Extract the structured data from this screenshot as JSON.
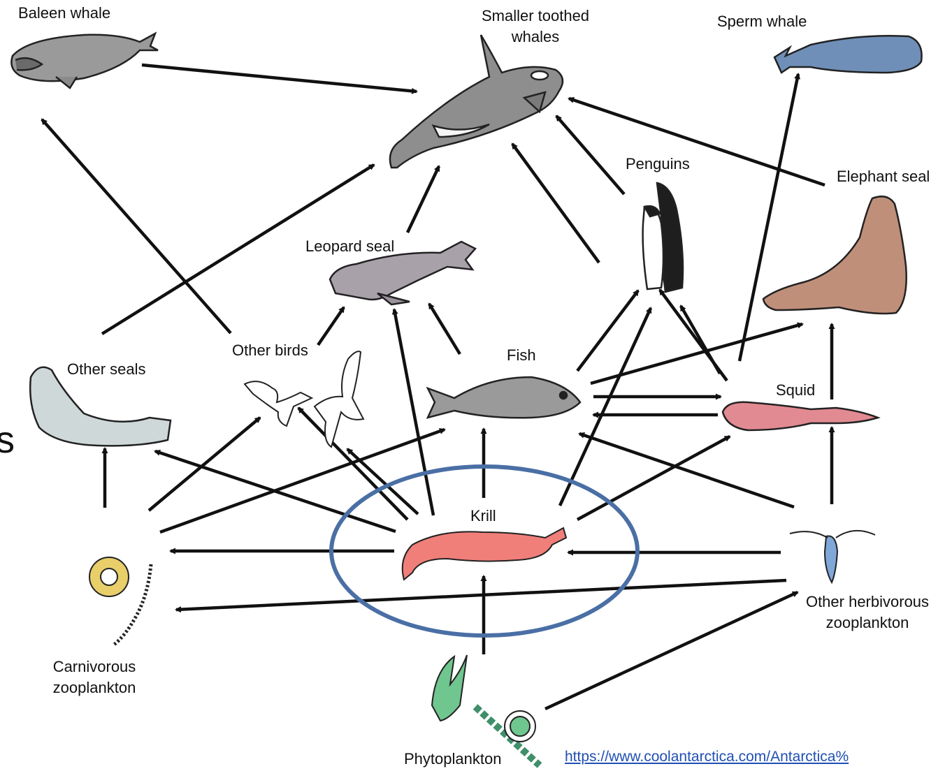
{
  "nodes": {
    "baleen_whale": "Baleen whale",
    "toothed_whales_line1": "Smaller toothed",
    "toothed_whales_line2": "whales",
    "sperm_whale": "Sperm whale",
    "penguins": "Penguins",
    "elephant_seal": "Elephant seal",
    "leopard_seal": "Leopard seal",
    "other_birds": "Other birds",
    "other_seals": "Other seals",
    "fish": "Fish",
    "squid": "Squid",
    "krill": "Krill",
    "carnivorous_line1": "Carnivorous",
    "carnivorous_line2": "zooplankton",
    "herbivorous_line1": "Other herbivorous",
    "herbivorous_line2": "zooplankton",
    "phytoplankton": "Phytoplankton"
  },
  "edge_glyph": "s",
  "source_link": "https://www.coolantarctica.com/Antarctica%",
  "highlight": {
    "target": "Krill",
    "color": "#4a6fa5"
  },
  "colors": {
    "arrow": "#111111",
    "toothed_whale": "#8e8e8e",
    "baleen_whale": "#9a9a9a",
    "sperm_whale": "#6f8fb8",
    "elephant_seal": "#c08f7a",
    "leopard_seal": "#a9a1aa",
    "other_seals": "#cfd8d8",
    "fish": "#9a9a9a",
    "squid": "#e28a92",
    "krill": "#f07f7a",
    "carnivorous_center": "#e8cf6a",
    "herbivorous": "#7fa8d8",
    "phytoplankton": "#6fc68f",
    "link": "#1f4fb4"
  },
  "icons": [
    "baleen-whale-icon",
    "orca-icon",
    "sperm-whale-icon",
    "penguins-icon",
    "elephant-seal-icon",
    "leopard-seal-icon",
    "birds-icon",
    "other-seal-icon",
    "fish-icon",
    "squid-icon",
    "krill-icon",
    "carnivorous-zooplankton-icon",
    "herbivorous-zooplankton-icon",
    "phytoplankton-icon"
  ]
}
